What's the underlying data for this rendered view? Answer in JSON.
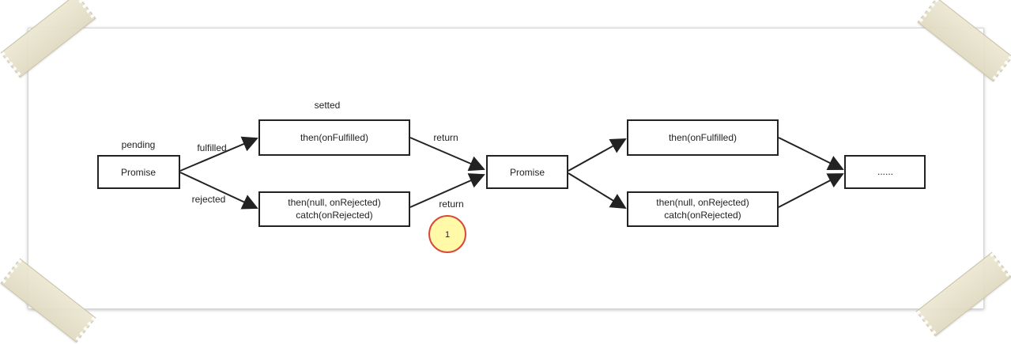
{
  "labels": {
    "pending": "pending",
    "setted": "setted",
    "fulfilled": "fulfilled",
    "rejected": "rejected",
    "return_top": "return",
    "return_bottom": "return"
  },
  "nodes": {
    "promise1": "Promise",
    "then_fulfilled1": "then(onFulfilled)",
    "then_rejected1_line1": "then(null, onRejected)",
    "then_rejected1_line2": "catch(onRejected)",
    "promise2": "Promise",
    "then_fulfilled2": "then(onFulfilled)",
    "then_rejected2_line1": "then(null, onRejected)",
    "then_rejected2_line2": "catch(onRejected)",
    "ellipsis": "......"
  },
  "marker": {
    "number": "1"
  },
  "colors": {
    "marker_fill": "#fff9a8",
    "marker_stroke": "#d94a3a",
    "stroke": "#222222"
  }
}
